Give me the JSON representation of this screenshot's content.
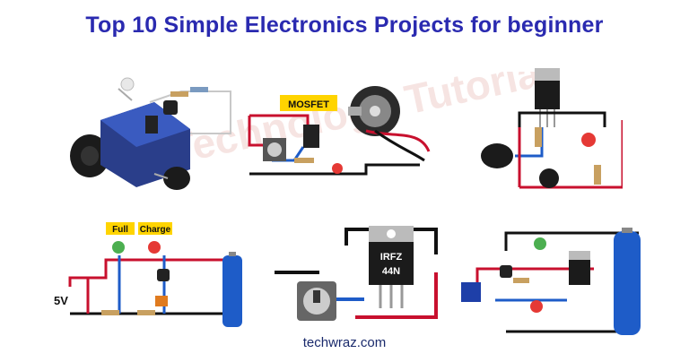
{
  "page": {
    "title": "Top 10 Simple Electronics Projects for beginner",
    "footer": "techwraz.com",
    "watermark": "Technology Tutorials"
  },
  "projects": {
    "mosfet_motor": {
      "label": "MOSFET"
    },
    "charge_indicator": {
      "full_label": "Full",
      "charge_label": "Charge",
      "voltage_label": "5V"
    },
    "irfz_circuit": {
      "chip_label_line1": "IRFZ",
      "chip_label_line2": "44N"
    }
  },
  "colors": {
    "title": "#2a2ab0",
    "label_background": "#ffd400",
    "wire_red": "#c8102e",
    "wire_blue": "#1e5cc8",
    "wire_black": "#111111"
  },
  "icons": [
    "buzzer-icon",
    "ldr-icon",
    "led-icon",
    "motor-icon",
    "potentiometer-icon",
    "battery-icon",
    "transistor-icon",
    "mosfet-icon"
  ]
}
